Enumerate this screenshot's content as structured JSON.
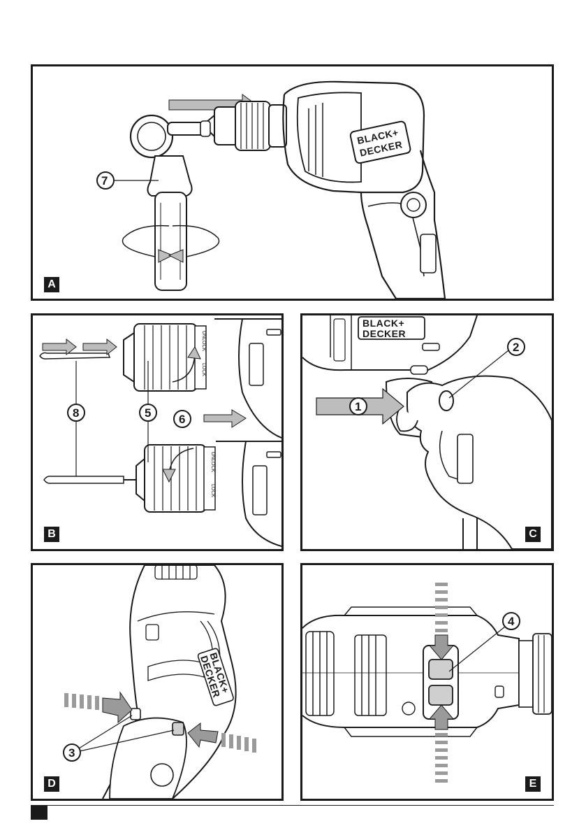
{
  "brand": {
    "line1": "BLACK+",
    "line2": "DECKER"
  },
  "chuck_labels": {
    "unlock": "UNLOCK",
    "lock": "LOCK"
  },
  "panels": {
    "A": {
      "letter": "A",
      "callouts": [
        "7"
      ]
    },
    "B": {
      "letter": "B",
      "callouts": [
        "8",
        "5",
        "6"
      ]
    },
    "C": {
      "letter": "C",
      "callouts": [
        "1",
        "2"
      ]
    },
    "D": {
      "letter": "D",
      "callouts": [
        "3"
      ]
    },
    "E": {
      "letter": "E",
      "callouts": [
        "4"
      ]
    }
  },
  "colors": {
    "ink": "#1a1a1a",
    "arrow_gray": "#9a9a9a",
    "shade": "#cfcfcf"
  }
}
